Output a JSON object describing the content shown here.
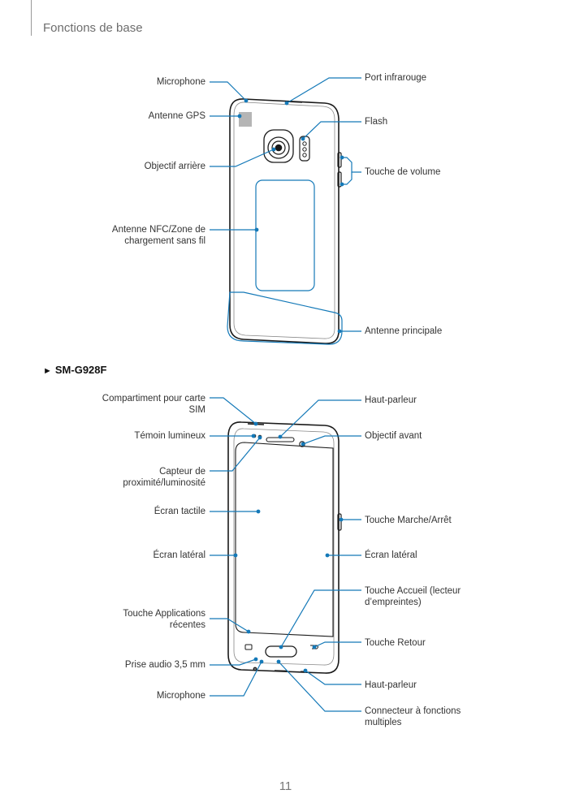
{
  "header": {
    "section_title": "Fonctions de base"
  },
  "back_view": {
    "labels_left": {
      "microphone": "Microphone",
      "gps_antenna": "Antenne GPS",
      "rear_camera": "Objectif arrière",
      "nfc_line1": "Antenne NFC/Zone de",
      "nfc_line2": "chargement sans fil"
    },
    "labels_right": {
      "ir_port": "Port infrarouge",
      "flash": "Flash",
      "volume_key": "Touche de volume",
      "main_antenna": "Antenne principale"
    }
  },
  "model": {
    "arrow": "►",
    "name": "SM-G928F"
  },
  "front_view": {
    "labels_left": {
      "sim_line1": "Compartiment pour carte",
      "sim_line2": "SIM",
      "led": "Témoin lumineux",
      "sensor_line1": "Capteur de",
      "sensor_line2": "proximité/luminosité",
      "touchscreen": "Écran tactile",
      "edge_left": "Écran latéral",
      "recent_line1": "Touche Applications",
      "recent_line2": "récentes",
      "audio_jack": "Prise audio 3,5 mm",
      "microphone": "Microphone"
    },
    "labels_right": {
      "earpiece": "Haut-parleur",
      "front_camera": "Objectif avant",
      "power_key": "Touche Marche/Arrêt",
      "edge_right": "Écran latéral",
      "home_line1": "Touche Accueil (lecteur",
      "home_line2": "d’empreintes)",
      "back_key": "Touche Retour",
      "speaker": "Haut-parleur",
      "connector_line1": "Connecteur à fonctions",
      "connector_line2": "multiples"
    }
  },
  "footer": {
    "page_number": "11"
  },
  "colors": {
    "callout": "#1479b8",
    "outline": "#1a1a1a",
    "header_text": "#6d6d6d"
  }
}
